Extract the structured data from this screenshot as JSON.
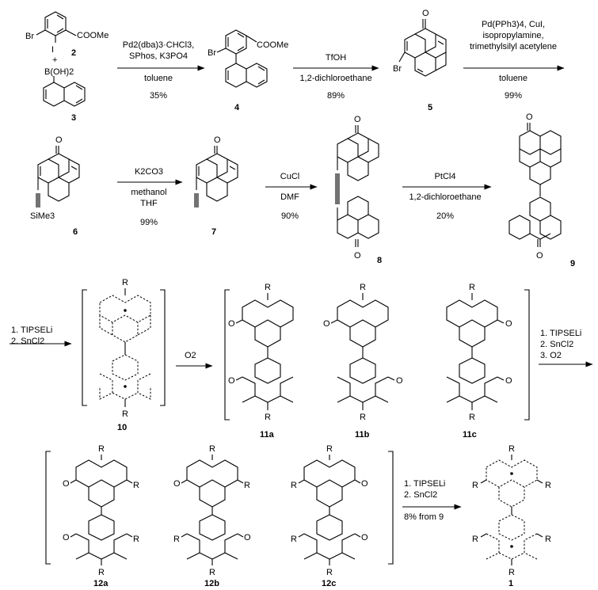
{
  "compounds": {
    "c2": {
      "label": "2",
      "atoms": [
        "Br",
        "I",
        "COOMe"
      ]
    },
    "plus": "+",
    "c3": {
      "label": "3",
      "atoms": [
        "B(OH)2"
      ]
    },
    "c4": {
      "label": "4",
      "atoms": [
        "Br",
        "COOMe"
      ]
    },
    "c5": {
      "label": "5",
      "atoms": [
        "O",
        "Br"
      ]
    },
    "c6": {
      "label": "6",
      "atoms": [
        "O",
        "SiMe3"
      ]
    },
    "c7": {
      "label": "7",
      "atoms": [
        "O"
      ]
    },
    "c8": {
      "label": "8",
      "atoms": [
        "O",
        "O"
      ]
    },
    "c9": {
      "label": "9",
      "atoms": [
        "O",
        "O"
      ]
    },
    "c10": {
      "label": "10",
      "atoms": [
        "R",
        "R"
      ]
    },
    "c11a": {
      "label": "11a",
      "atoms": [
        "R",
        "O",
        "O",
        "R"
      ]
    },
    "c11b": {
      "label": "11b",
      "atoms": [
        "R",
        "O",
        "O",
        "R"
      ]
    },
    "c11c": {
      "label": "11c",
      "atoms": [
        "R",
        "O",
        "O",
        "R"
      ]
    },
    "c12a": {
      "label": "12a",
      "atoms": [
        "R",
        "R",
        "O",
        "O",
        "R",
        "R"
      ]
    },
    "c12b": {
      "label": "12b",
      "atoms": [
        "R",
        "R",
        "O",
        "R",
        "R",
        "O"
      ]
    },
    "c12c": {
      "label": "12c",
      "atoms": [
        "R",
        "R",
        "O",
        "R",
        "R",
        "O"
      ]
    },
    "c1": {
      "label": "1",
      "atoms": [
        "R",
        "R",
        "R",
        "R",
        "R",
        "R"
      ]
    }
  },
  "steps": {
    "s1": {
      "lines": [
        "Pd2(dba)3·CHCl3,",
        "SPhos, K3PO4",
        "toluene",
        "35%"
      ]
    },
    "s2": {
      "lines": [
        "TfOH",
        "1,2-dichloroethane",
        "89%"
      ]
    },
    "s3": {
      "lines": [
        "Pd(PPh3)4, CuI,",
        "isopropylamine,",
        "trimethylsilyl acetylene",
        "toluene",
        "99%"
      ]
    },
    "s4": {
      "lines": [
        "K2CO3",
        "methanol",
        "THF",
        "99%"
      ]
    },
    "s5": {
      "lines": [
        "CuCl",
        "DMF",
        "90%"
      ]
    },
    "s6": {
      "lines": [
        "PtCl4",
        "1,2-dichloroethane",
        "20%"
      ]
    },
    "s7": {
      "lines": [
        "1. TIPSELi",
        "2. SnCl2"
      ]
    },
    "s8": {
      "lines": [
        "O2"
      ]
    },
    "s9": {
      "lines": [
        "1. TIPSELi",
        "2. SnCl2",
        "3. O2"
      ]
    },
    "s10": {
      "lines": [
        "1. TIPSELi",
        "2. SnCl2",
        "8% from 9"
      ]
    }
  }
}
